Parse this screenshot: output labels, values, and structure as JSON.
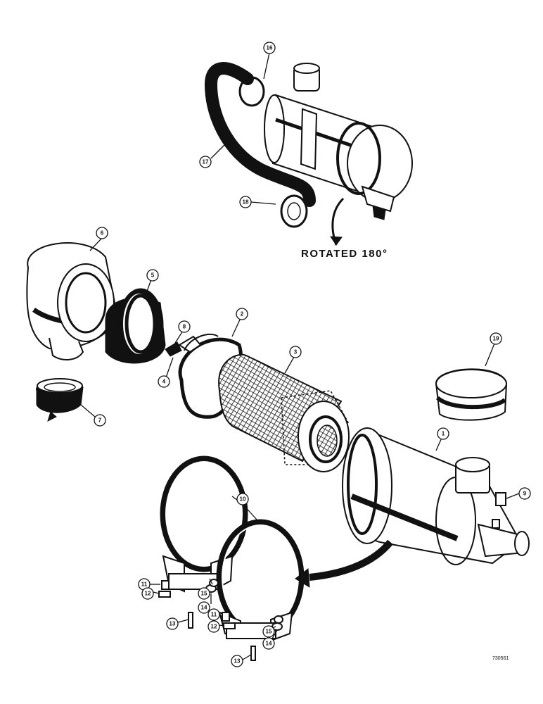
{
  "rotation_note": "ROTATED 180°",
  "drawing_number": "730561",
  "callouts": {
    "c1": "1",
    "c2": "2",
    "c3": "3",
    "c4": "4",
    "c5": "5",
    "c6": "6",
    "c7": "7",
    "c8": "8",
    "c9": "9",
    "c10": "10",
    "c11a": "11",
    "c11b": "11",
    "c12a": "12",
    "c12b": "12",
    "c13a": "13",
    "c13b": "13",
    "c14a": "14",
    "c14b": "14",
    "c15a": "15",
    "c15b": "15",
    "c16": "16",
    "c17": "17",
    "c18": "18",
    "c19": "19"
  },
  "colors": {
    "ink": "#111111",
    "paper": "#ffffff"
  }
}
